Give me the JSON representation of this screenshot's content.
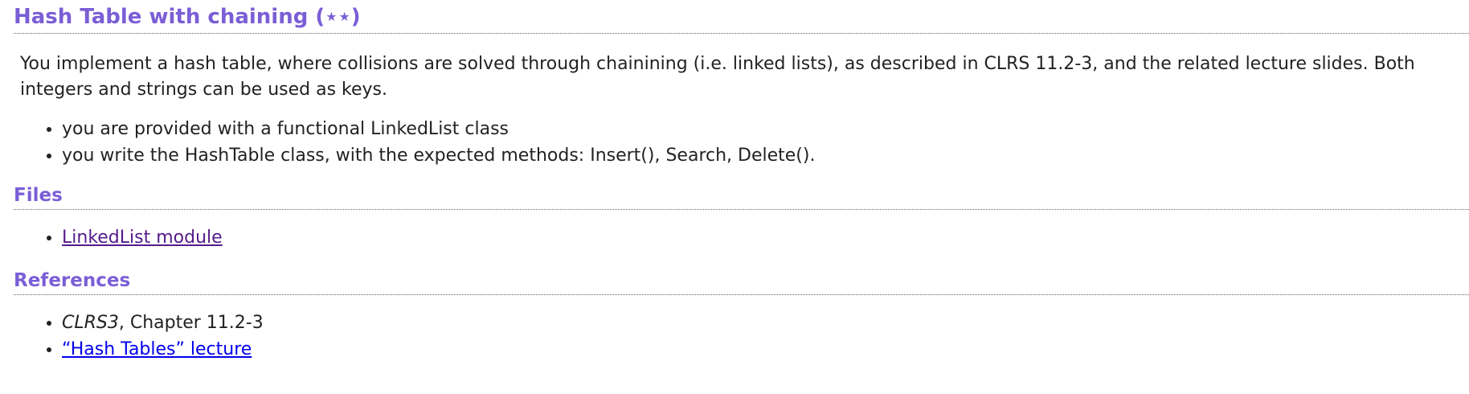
{
  "title": "Hash Table with chaining (⋆⋆)",
  "intro": "You implement a hash table, where collisions are solved through chainining (i.e. linked lists), as described in CLRS 11.2-3, and the related lecture slides. Both integers and strings can be used as keys.",
  "tasks": [
    "you are provided with a functional LinkedList class",
    "you write the HashTable class, with the expected methods: Insert(), Search, Delete()."
  ],
  "files_heading": "Files",
  "files": [
    {
      "label": "LinkedList module"
    }
  ],
  "references_heading": "References",
  "references": [
    {
      "title": "CLRS3",
      "rest": ", Chapter 11.2-3"
    },
    {
      "link_label": "“Hash Tables” lecture"
    }
  ],
  "colors": {
    "heading": "#7a5ed6",
    "visited_link": "#551a8b",
    "link": "#0000ee"
  }
}
